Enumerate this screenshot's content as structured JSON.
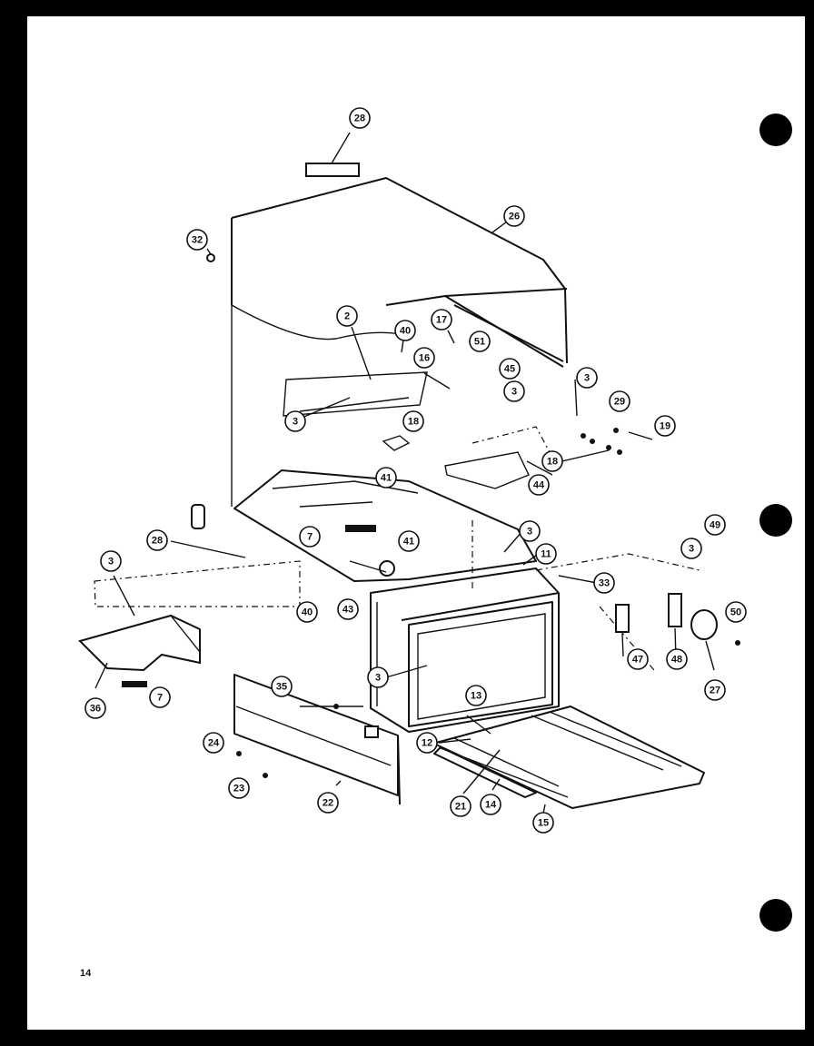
{
  "page_number": "14",
  "callouts": [
    {
      "id": "c28a",
      "label": "28"
    },
    {
      "id": "c26",
      "label": "26"
    },
    {
      "id": "c32",
      "label": "32"
    },
    {
      "id": "c2",
      "label": "2"
    },
    {
      "id": "c40a",
      "label": "40"
    },
    {
      "id": "c17",
      "label": "17"
    },
    {
      "id": "c51",
      "label": "51"
    },
    {
      "id": "c16",
      "label": "16"
    },
    {
      "id": "c45",
      "label": "45"
    },
    {
      "id": "c3a",
      "label": "3"
    },
    {
      "id": "c3b",
      "label": "3"
    },
    {
      "id": "c29",
      "label": "29"
    },
    {
      "id": "c19",
      "label": "19"
    },
    {
      "id": "c3c",
      "label": "3"
    },
    {
      "id": "c18a",
      "label": "18"
    },
    {
      "id": "c18b",
      "label": "18"
    },
    {
      "id": "c44",
      "label": "44"
    },
    {
      "id": "c41a",
      "label": "41"
    },
    {
      "id": "c28b",
      "label": "28"
    },
    {
      "id": "c7a",
      "label": "7"
    },
    {
      "id": "c41b",
      "label": "41"
    },
    {
      "id": "c3d",
      "label": "3"
    },
    {
      "id": "c11",
      "label": "11"
    },
    {
      "id": "c49",
      "label": "49"
    },
    {
      "id": "c3e",
      "label": "3"
    },
    {
      "id": "c33",
      "label": "33"
    },
    {
      "id": "c50",
      "label": "50"
    },
    {
      "id": "c3f",
      "label": "3"
    },
    {
      "id": "c40b",
      "label": "40"
    },
    {
      "id": "c43",
      "label": "43"
    },
    {
      "id": "c47",
      "label": "47"
    },
    {
      "id": "c48",
      "label": "48"
    },
    {
      "id": "c27",
      "label": "27"
    },
    {
      "id": "c36",
      "label": "36"
    },
    {
      "id": "c7b",
      "label": "7"
    },
    {
      "id": "c35",
      "label": "35"
    },
    {
      "id": "c3g",
      "label": "3"
    },
    {
      "id": "c13",
      "label": "13"
    },
    {
      "id": "c24",
      "label": "24"
    },
    {
      "id": "c12",
      "label": "12"
    },
    {
      "id": "c23",
      "label": "23"
    },
    {
      "id": "c22",
      "label": "22"
    },
    {
      "id": "c21",
      "label": "21"
    },
    {
      "id": "c14",
      "label": "14"
    },
    {
      "id": "c15",
      "label": "15"
    }
  ]
}
